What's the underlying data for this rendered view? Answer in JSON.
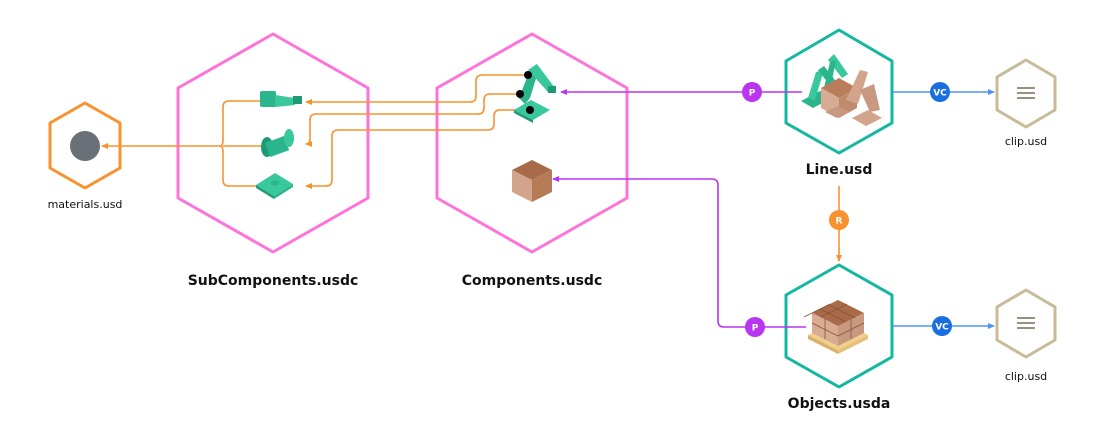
{
  "title": "USD Composition Diagram",
  "colors": {
    "component_hex": "#ff73d8",
    "layer_hex": "#14b8a0",
    "material_hex": "#f7922e",
    "clip_hex": "#c9bb98",
    "payload": "#b935f0",
    "reference": "#f7922e",
    "value_clip": "#4e95ef",
    "sublink": "#f7922e"
  },
  "nodes": {
    "materials": {
      "label": "materials.usd",
      "icon": "sphere-icon"
    },
    "subcomponents": {
      "label": "SubComponents.usdc",
      "icon": "robot-parts-icon"
    },
    "components": {
      "label": "Components.usdc",
      "icon": "robot-arm-icon"
    },
    "line": {
      "label": "Line.usd",
      "icon": "assembly-line-icon"
    },
    "objects": {
      "label": "Objects.usda",
      "icon": "pallet-icon"
    },
    "clip_top": {
      "label": "clip.usd",
      "icon": "timeline-icon"
    },
    "clip_bottom": {
      "label": "clip.usd",
      "icon": "timeline-icon"
    }
  },
  "badges": {
    "payload_top": "P",
    "payload_bottom": "P",
    "reference": "R",
    "valueclip_top": "VC",
    "valueclip_bottom": "VC"
  }
}
